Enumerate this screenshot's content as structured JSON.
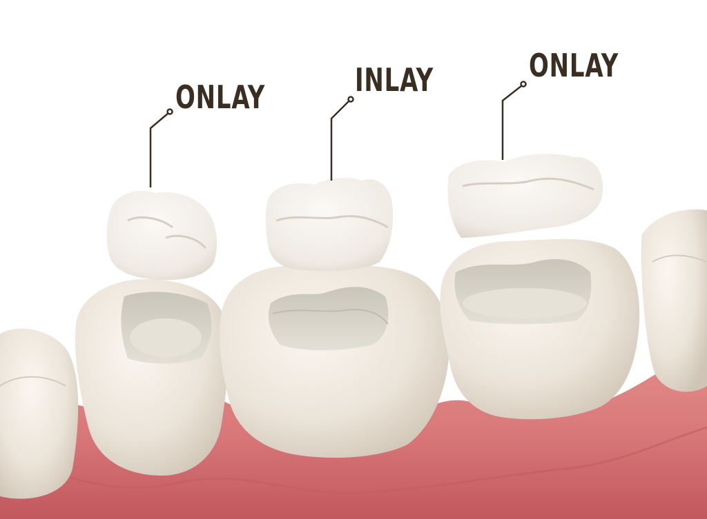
{
  "labels": [
    {
      "text": "ONLAY"
    },
    {
      "text": "INLAY"
    },
    {
      "text": "ONLAY"
    }
  ],
  "colors": {
    "label_text": "#3a2e22",
    "leader_line": "#3a2e22",
    "gum": "#d9787a",
    "gum_dark": "#b8585c",
    "tooth": "#efe8df",
    "tooth_shade": "#d8cfc2",
    "restoration": "#f3efe9",
    "cavity": "#d7d3c7",
    "background": "#ffffff"
  }
}
